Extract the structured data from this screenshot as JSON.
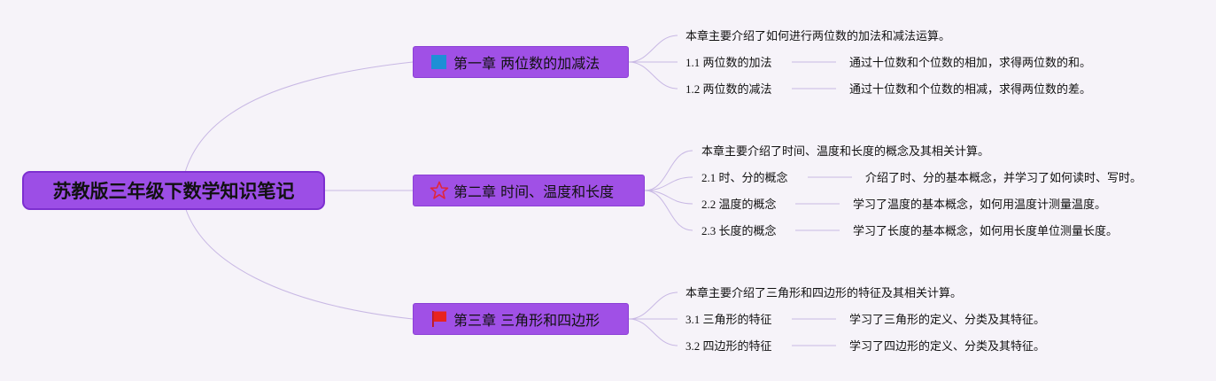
{
  "root": {
    "title": "苏教版三年级下数学知识笔记"
  },
  "chapters": [
    {
      "title": "第一章 两位数的加减法",
      "icon": "blue-square-icon",
      "summary": "本章主要介绍了如何进行两位数的加法和减法运算。",
      "sections": [
        {
          "title": "1.1 两位数的加法",
          "desc": "通过十位数和个位数的相加，求得两位数的和。"
        },
        {
          "title": "1.2 两位数的减法",
          "desc": "通过十位数和个位数的相减，求得两位数的差。"
        }
      ]
    },
    {
      "title": "第二章 时间、温度和长度",
      "icon": "red-star-outline-icon",
      "summary": "本章主要介绍了时间、温度和长度的概念及其相关计算。",
      "sections": [
        {
          "title": "2.1 时、分的概念",
          "desc": "介绍了时、分的基本概念，并学习了如何读时、写时。"
        },
        {
          "title": "2.2 温度的概念",
          "desc": "学习了温度的基本概念，如何用温度计测量温度。"
        },
        {
          "title": "2.3 长度的概念",
          "desc": "学习了长度的基本概念，如何用长度单位测量长度。"
        }
      ]
    },
    {
      "title": "第三章 三角形和四边形",
      "icon": "red-flag-icon",
      "summary": "本章主要介绍了三角形和四边形的特征及其相关计算。",
      "sections": [
        {
          "title": "3.1 三角形的特征",
          "desc": "学习了三角形的定义、分类及其特征。"
        },
        {
          "title": "3.2 四边形的特征",
          "desc": "学习了四边形的定义、分类及其特征。"
        }
      ]
    }
  ],
  "colors": {
    "node": "#a050e6",
    "root": "#9c4ee6",
    "line": "#c9b8e6",
    "background": "#f6f3f9"
  }
}
